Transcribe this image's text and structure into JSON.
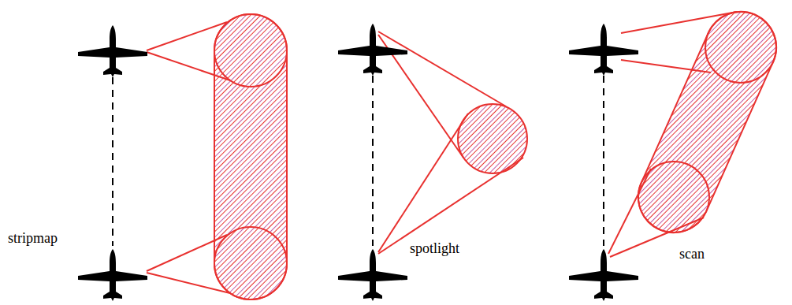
{
  "diagram": {
    "labels": [
      "stripmap",
      "spotlight",
      "scan"
    ]
  }
}
